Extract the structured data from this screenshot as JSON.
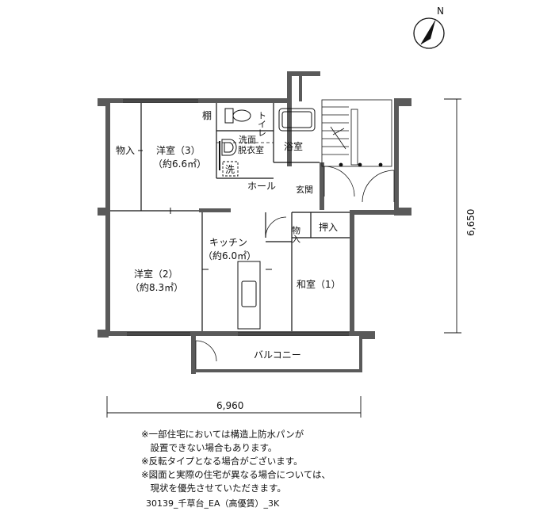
{
  "compass": {
    "label": "N"
  },
  "rooms": {
    "storage_left": "物入",
    "western_room_3": "洋室（3）",
    "western_room_3_size": "（約6.6㎡）",
    "shelf": "棚",
    "toilet": "トイレ",
    "washroom": "洗面",
    "dressing_room": "脱衣室",
    "washer": "洗",
    "bathroom": "浴室",
    "hall": "ホール",
    "entrance": "玄関",
    "kitchen": "キッチン",
    "kitchen_size": "（約6.0㎡）",
    "western_room_2": "洋室（2）",
    "western_room_2_size": "（約8.3㎡）",
    "storage_small": "物入",
    "closet": "押入",
    "japanese_room_1": "和室（1）",
    "balcony": "バルコニー"
  },
  "dimensions": {
    "width": "6,960",
    "depth": "6,650"
  },
  "notes": [
    "※一部住宅においては構造上防水パンが",
    "　設置できない場合もあります。",
    "※反転タイプとなる場合がございます。",
    "※図面と実際の住宅が異なる場合については、",
    "　現状を優先させていただきます。"
  ],
  "plan_code": "30139_千草台_EA（高優賃）_3K"
}
